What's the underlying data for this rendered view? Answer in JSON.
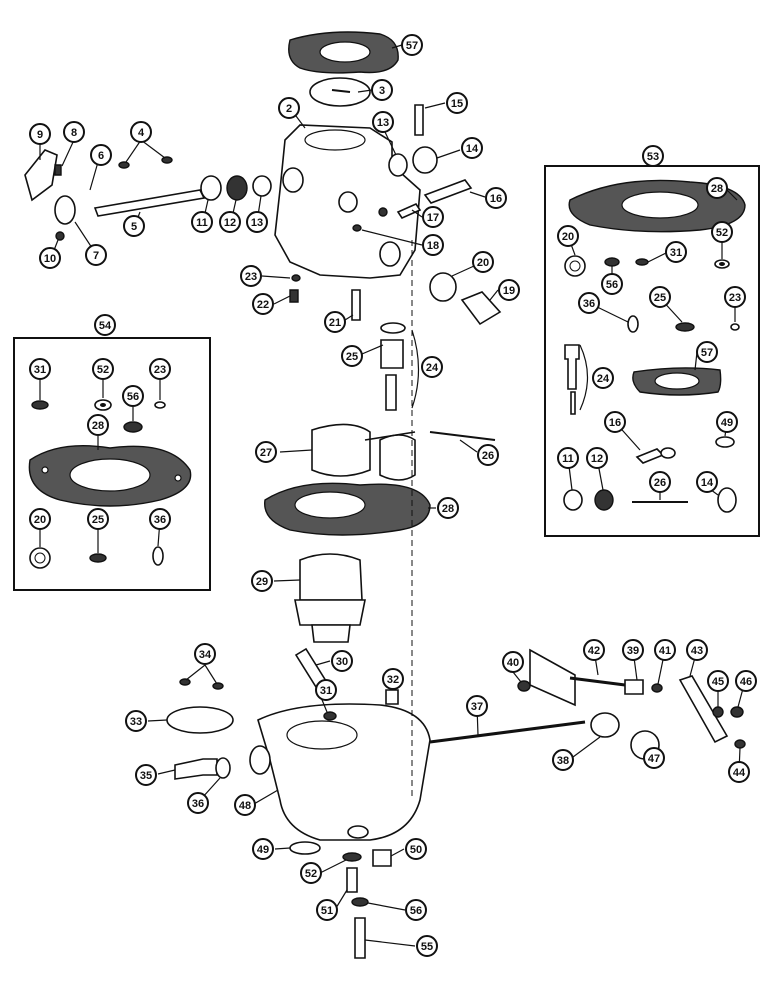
{
  "callouts": [
    {
      "id": "c57a",
      "label": "57"
    },
    {
      "id": "c3",
      "label": "3"
    },
    {
      "id": "c2",
      "label": "2"
    },
    {
      "id": "c15",
      "label": "15"
    },
    {
      "id": "c9",
      "label": "9"
    },
    {
      "id": "c8",
      "label": "8"
    },
    {
      "id": "c4",
      "label": "4"
    },
    {
      "id": "c6",
      "label": "6"
    },
    {
      "id": "c13a",
      "label": "13"
    },
    {
      "id": "c14a",
      "label": "14"
    },
    {
      "id": "c16a",
      "label": "16"
    },
    {
      "id": "c17",
      "label": "17"
    },
    {
      "id": "c18",
      "label": "18"
    },
    {
      "id": "c5",
      "label": "5"
    },
    {
      "id": "c11a",
      "label": "11"
    },
    {
      "id": "c12a",
      "label": "12"
    },
    {
      "id": "c13b",
      "label": "13"
    },
    {
      "id": "c10",
      "label": "10"
    },
    {
      "id": "c7",
      "label": "7"
    },
    {
      "id": "c20a",
      "label": "20"
    },
    {
      "id": "c19",
      "label": "19"
    },
    {
      "id": "c23a",
      "label": "23"
    },
    {
      "id": "c22",
      "label": "22"
    },
    {
      "id": "c21",
      "label": "21"
    },
    {
      "id": "c25a",
      "label": "25"
    },
    {
      "id": "c24a",
      "label": "24"
    },
    {
      "id": "c27",
      "label": "27"
    },
    {
      "id": "c26a",
      "label": "26"
    },
    {
      "id": "c28a",
      "label": "28"
    },
    {
      "id": "c29",
      "label": "29"
    },
    {
      "id": "c34",
      "label": "34"
    },
    {
      "id": "c30",
      "label": "30"
    },
    {
      "id": "c31a",
      "label": "31"
    },
    {
      "id": "c32",
      "label": "32"
    },
    {
      "id": "c33",
      "label": "33"
    },
    {
      "id": "c35",
      "label": "35"
    },
    {
      "id": "c36a",
      "label": "36"
    },
    {
      "id": "c48",
      "label": "48"
    },
    {
      "id": "c49a",
      "label": "49"
    },
    {
      "id": "c52a",
      "label": "52"
    },
    {
      "id": "c50",
      "label": "50"
    },
    {
      "id": "c51",
      "label": "51"
    },
    {
      "id": "c56a",
      "label": "56"
    },
    {
      "id": "c55",
      "label": "55"
    },
    {
      "id": "c42",
      "label": "42"
    },
    {
      "id": "c39",
      "label": "39"
    },
    {
      "id": "c41",
      "label": "41"
    },
    {
      "id": "c43",
      "label": "43"
    },
    {
      "id": "c40",
      "label": "40"
    },
    {
      "id": "c45",
      "label": "45"
    },
    {
      "id": "c46",
      "label": "46"
    },
    {
      "id": "c37",
      "label": "37"
    },
    {
      "id": "c38",
      "label": "38"
    },
    {
      "id": "c47",
      "label": "47"
    },
    {
      "id": "c44",
      "label": "44"
    }
  ],
  "kit54": {
    "title": "54",
    "callouts": [
      {
        "id": "k54_31",
        "label": "31"
      },
      {
        "id": "k54_52",
        "label": "52"
      },
      {
        "id": "k54_23",
        "label": "23"
      },
      {
        "id": "k54_56",
        "label": "56"
      },
      {
        "id": "k54_28",
        "label": "28"
      },
      {
        "id": "k54_20",
        "label": "20"
      },
      {
        "id": "k54_25",
        "label": "25"
      },
      {
        "id": "k54_36",
        "label": "36"
      }
    ]
  },
  "kit53": {
    "title": "53",
    "callouts": [
      {
        "id": "k53_28",
        "label": "28"
      },
      {
        "id": "k53_20",
        "label": "20"
      },
      {
        "id": "k53_31",
        "label": "31"
      },
      {
        "id": "k53_52",
        "label": "52"
      },
      {
        "id": "k53_56",
        "label": "56"
      },
      {
        "id": "k53_36",
        "label": "36"
      },
      {
        "id": "k53_25",
        "label": "25"
      },
      {
        "id": "k53_23",
        "label": "23"
      },
      {
        "id": "k53_57",
        "label": "57"
      },
      {
        "id": "k53_24",
        "label": "24"
      },
      {
        "id": "k53_16",
        "label": "16"
      },
      {
        "id": "k53_49",
        "label": "49"
      },
      {
        "id": "k53_11",
        "label": "11"
      },
      {
        "id": "k53_12",
        "label": "12"
      },
      {
        "id": "k53_26",
        "label": "26"
      },
      {
        "id": "k53_14",
        "label": "14"
      }
    ]
  }
}
